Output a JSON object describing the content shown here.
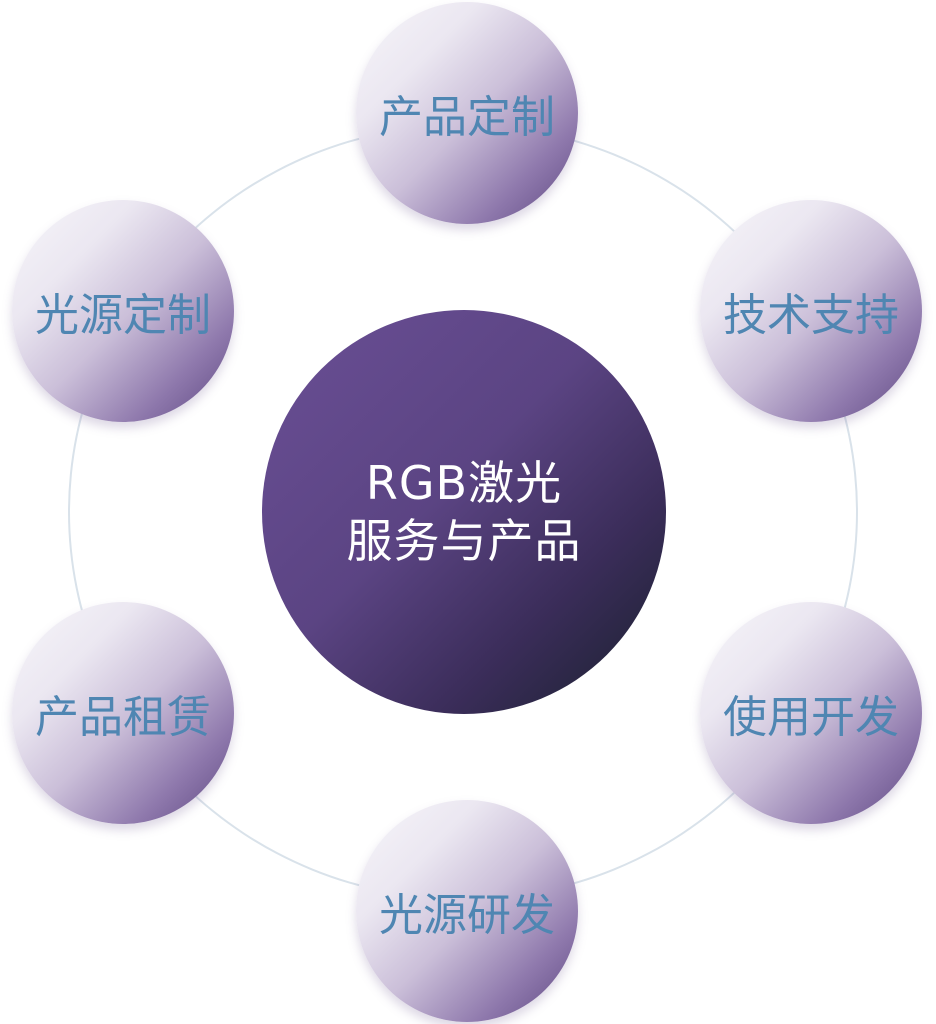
{
  "center": {
    "line1": "RGB激光",
    "line2": "服务与产品"
  },
  "nodes": [
    {
      "label": "产品定制"
    },
    {
      "label": "技术支持"
    },
    {
      "label": "使用开发"
    },
    {
      "label": "光源研发"
    },
    {
      "label": "产品租赁"
    },
    {
      "label": "光源定制"
    }
  ],
  "colors": {
    "center_gradient_start": "#6a4f95",
    "center_gradient_end": "#18202c",
    "node_label": "#4f86b2",
    "ring": "#d9e2ea",
    "center_text": "#ffffff"
  }
}
